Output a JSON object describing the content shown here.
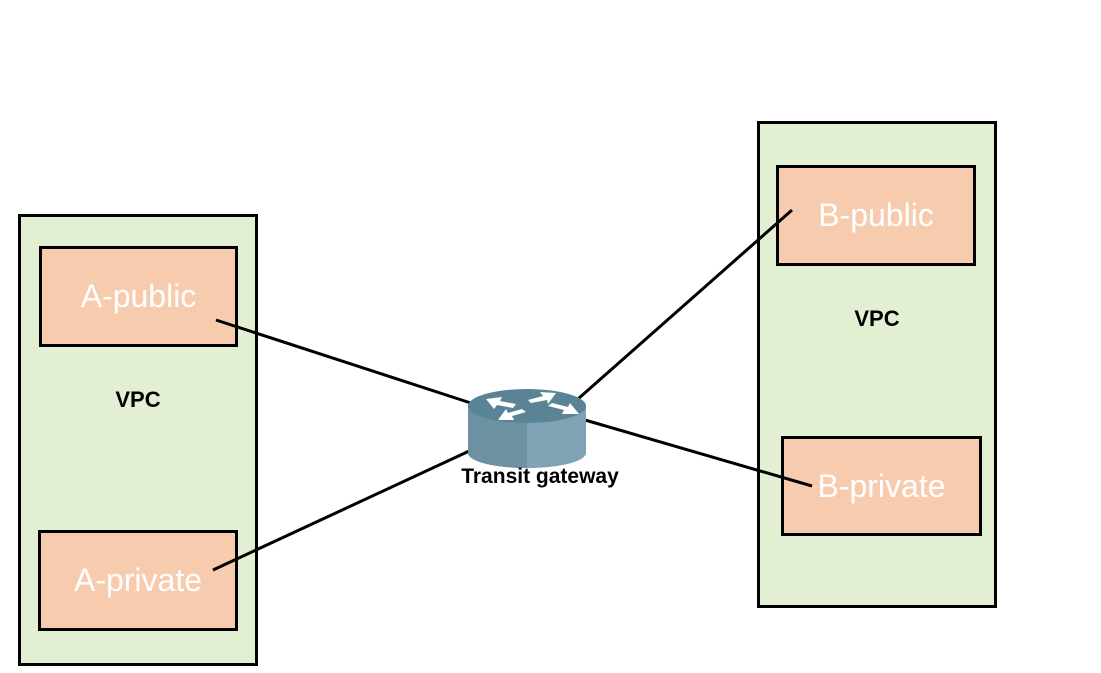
{
  "vpc_a": {
    "label": "VPC",
    "public_subnet": "A-public",
    "private_subnet": "A-private"
  },
  "vpc_b": {
    "label": "VPC",
    "public_subnet": "B-public",
    "private_subnet": "B-private"
  },
  "gateway": {
    "label": "Transit gateway",
    "icon": "router-icon"
  },
  "colors": {
    "vpc_fill": "#e2efd3",
    "subnet_fill": "#f7cbad",
    "router_top": "#5b8396",
    "router_side": "#7fa3b4"
  }
}
